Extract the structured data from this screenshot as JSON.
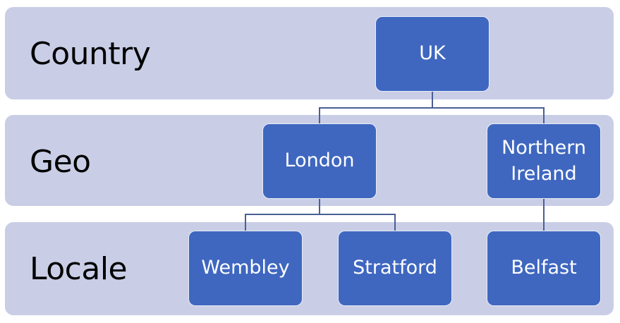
{
  "diagram": {
    "levels": [
      {
        "label": "Country"
      },
      {
        "label": "Geo"
      },
      {
        "label": "Locale"
      }
    ],
    "nodes": {
      "uk": "UK",
      "london": "London",
      "northern_ireland": "Northern Ireland",
      "wembley": "Wembley",
      "stratford": "Stratford",
      "belfast": "Belfast"
    },
    "colors": {
      "band": "#c9cee6",
      "node": "#3f67c0",
      "node_text": "#ffffff",
      "connector": "#4a5f93"
    },
    "edges": [
      [
        "UK",
        "London"
      ],
      [
        "UK",
        "Northern Ireland"
      ],
      [
        "London",
        "Wembley"
      ],
      [
        "London",
        "Stratford"
      ],
      [
        "Northern Ireland",
        "Belfast"
      ]
    ]
  }
}
